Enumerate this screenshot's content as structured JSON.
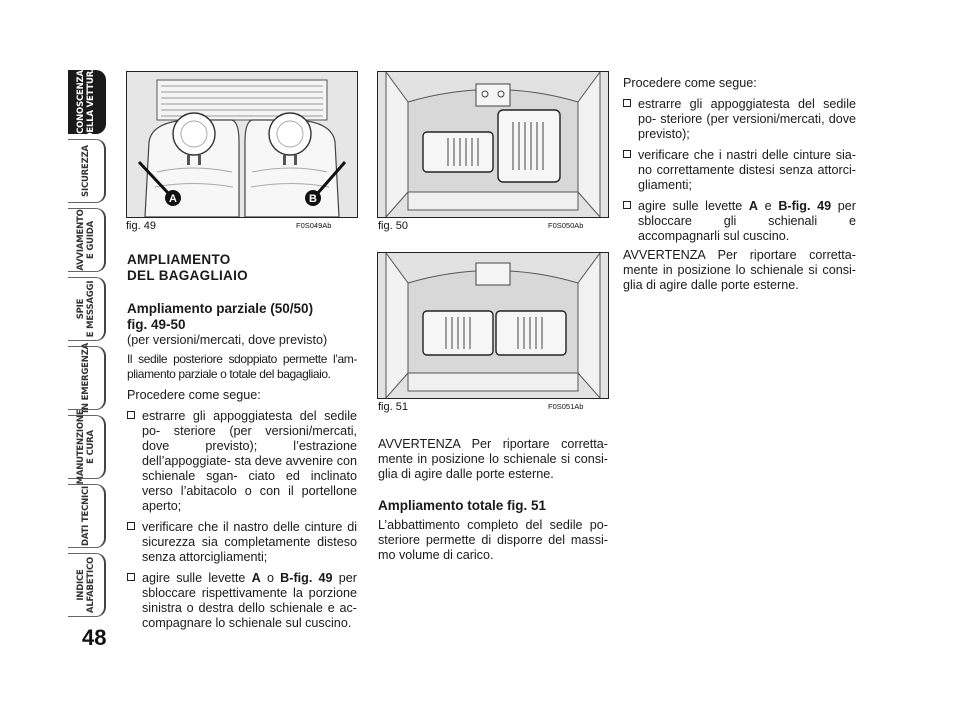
{
  "side_tabs": [
    {
      "label": "CONOSCENZA\nDELLA VETTURA",
      "active": true
    },
    {
      "label": "SICUREZZA",
      "active": false
    },
    {
      "label": "AVVIAMENTO\nE GUIDA",
      "active": false
    },
    {
      "label": "SPIE\nE MESSAGGI",
      "active": false
    },
    {
      "label": "IN EMERGENZA",
      "active": false
    },
    {
      "label": "MANUTENZIONE\nE CURA",
      "active": false
    },
    {
      "label": "DATI TECNICI",
      "active": false
    },
    {
      "label": "INDICE\nALFABETICO",
      "active": false
    }
  ],
  "page_number": "48",
  "figures": {
    "fig49": {
      "caption": "fig. 49",
      "code": "F0S049Ab",
      "label_a": "A",
      "label_b": "B"
    },
    "fig50": {
      "caption": "fig. 50",
      "code": "F0S050Ab"
    },
    "fig51": {
      "caption": "fig. 51",
      "code": "F0S051Ab"
    }
  },
  "left_column": {
    "heading_line1": "AMPLIAMENTO",
    "heading_line2": "DEL BAGAGLIAIO",
    "subheading": "Ampliamento parziale (50/50)",
    "subheading_ref": "fig. 49-50",
    "subheading_note": "(per versioni/mercati, dove previsto)",
    "intro": "Il sedile posteriore sdoppiato permette l’am- pliamento parziale o totale del bagagliaio.",
    "procedure": "Procedere come segue:",
    "bullet1": "estrarre gli appoggiatesta del sedile po- steriore (per versioni/mercati, dove previsto); l’estrazione dell’appoggiate- sta deve avvenire con schienale sgan- ciato ed inclinato verso l’abitacolo o con il portellone aperto;",
    "bullet2": "verificare che il nastro delle cinture di sicurezza sia completamente disteso senza attorcigliamenti;",
    "bullet3_pre": "agire sulle levette ",
    "bullet3_a": "A",
    "bullet3_mid": " o ",
    "bullet3_b": "B-fig. 49",
    "bullet3_post": " per sbloccare rispettivamente la porzione sinistra o destra dello schienale e ac- compagnare lo schienale sul cuscino."
  },
  "middle_column": {
    "warning": "AVVERTENZA Per riportare corretta- mente in posizione lo schienale si consi- glia di agire dalle porte esterne.",
    "subheading": "Ampliamento totale fig. 51",
    "body": "L’abbattimento completo del sedile po- steriore permette di disporre del massi- mo volume di carico."
  },
  "right_column": {
    "procedure": "Procedere come segue:",
    "bullet1": "estrarre gli appoggiatesta del sedile po- steriore (per versioni/mercati, dove previsto);",
    "bullet2": "verificare che i nastri delle cinture sia- no correttamente distesi senza attorci- gliamenti;",
    "bullet3_pre": "agire sulle levette ",
    "bullet3_a": "A",
    "bullet3_mid": " e ",
    "bullet3_b": "B-fig. 49",
    "bullet3_post": " per sbloccare gli schienali e accompagnarli sul cuscino.",
    "warning": "AVVERTENZA Per riportare corretta- mente in posizione lo schienale si consi- glia di agire dalle porte esterne."
  }
}
